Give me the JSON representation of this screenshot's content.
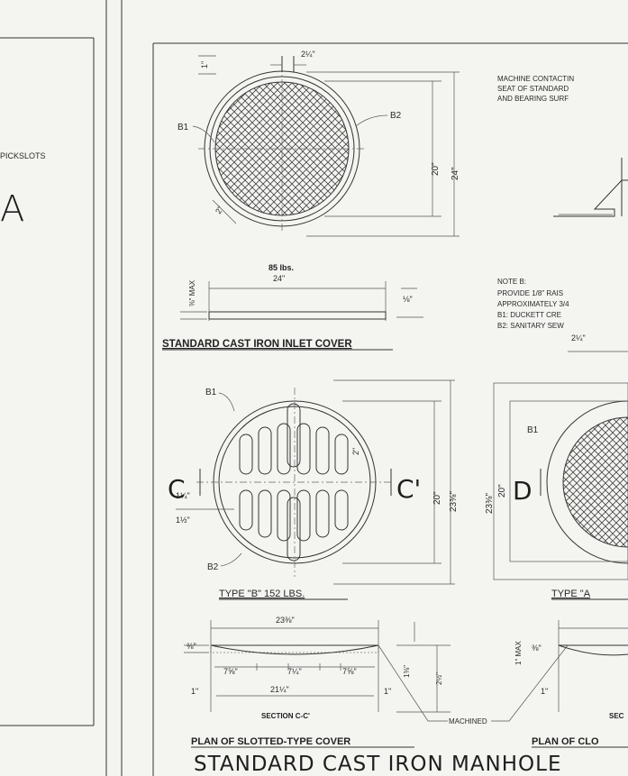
{
  "left_panel": {
    "pickslots_text": "PICKSLOTS",
    "big_letter": "A"
  },
  "inlet_cover": {
    "title": "STANDARD CAST IRON INLET COVER",
    "weight": "85 lbs.",
    "dim_width": "24\"",
    "dim_gap": "2¼\"",
    "dim_top": "1\"",
    "dim_rim": "2\"",
    "dim_20": "20\"",
    "dim_24": "24\"",
    "dim_max": "⅜\" MAX",
    "dim_side": "⅛\"",
    "label_b1": "B1",
    "label_b2": "B2"
  },
  "notes": {
    "machine_lines": [
      "MACHINE CONTACTIN",
      "SEAT OF STANDARD",
      "AND BEARING SURF"
    ],
    "note_lines": [
      "NOTE B:",
      "PROVIDE 1/8\" RAIS",
      "APPROXIMATELY 3/4",
      "B1:   DUCKETT CRE",
      "B2:   SANITARY SEW"
    ],
    "dim_top_right": "2¼\""
  },
  "type_b": {
    "caption": "TYPE \"B\" 152 LBS.",
    "section_left": "C",
    "section_right": "C'",
    "dim_20": "20\"",
    "dim_23": "23⅜\"",
    "dim_2": "2\"",
    "dim_slot1": "1¼\"",
    "dim_slot2": "1½\"",
    "label_b1": "B1",
    "label_b2": "B2"
  },
  "type_a": {
    "caption": "TYPE \"A",
    "section_left": "D",
    "dim_23": "23⅜\"",
    "dim_20": "20\"",
    "label_b1": "B1"
  },
  "section_cc": {
    "caption": "PLAN OF SLOTTED-TYPE COVER",
    "section_label": "SECTION C-C'",
    "dim_top": "23⅜\"",
    "dim_bottom": "21¼\"",
    "dim_a": "7⅝\"",
    "dim_b": "7¼\"",
    "dim_c": "7⅝\"",
    "dim_1": "1\"",
    "dim_1b": "1\"",
    "dim_h": "1⅜\"",
    "dim_h2": "2½\"",
    "dim_edge": "⅜\"",
    "machined": "MACHINED"
  },
  "section_d": {
    "caption": "PLAN OF CLO",
    "section_label": "SEC",
    "dim_max": "1\" MAX",
    "dim_edge": "⅜\"",
    "dim_1": "1\""
  },
  "main_title": "STANDARD CAST IRON MANHOLE"
}
